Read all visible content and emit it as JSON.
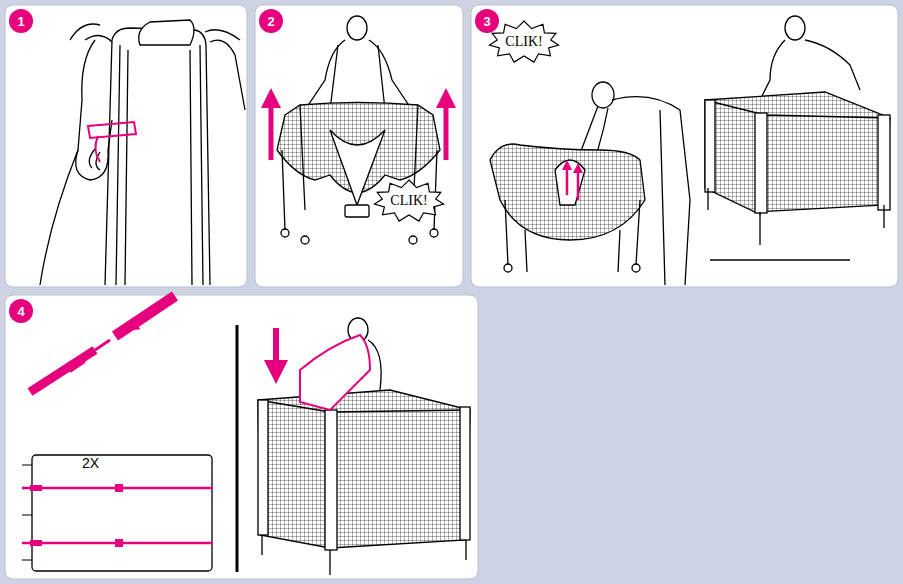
{
  "diagram": {
    "nodes": [
      {
        "text": [
          "1"
        ]
      },
      {
        "text": [
          "2"
        ]
      },
      {
        "text": [
          "CLIK!"
        ]
      },
      {
        "text": [
          "3"
        ]
      },
      {
        "text": [
          "CLIK!"
        ]
      },
      {
        "text": [
          "4"
        ]
      }
    ],
    "labels": [
      "2X"
    ]
  }
}
